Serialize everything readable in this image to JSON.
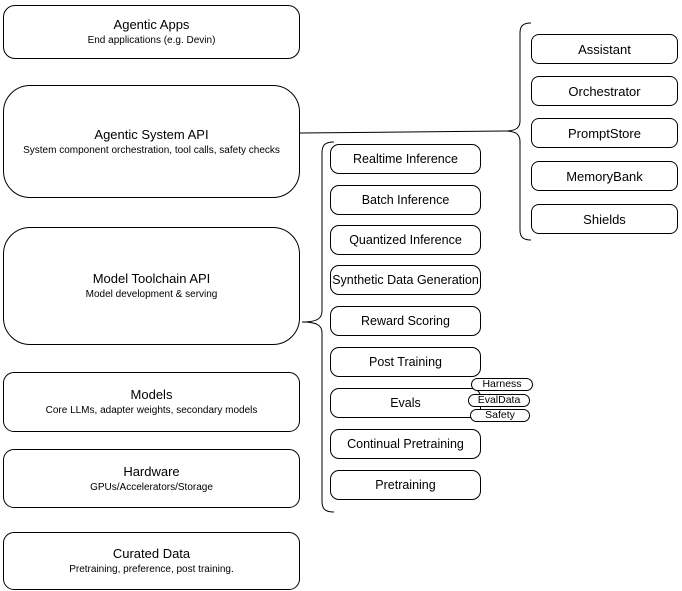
{
  "diagram": {
    "layers": [
      {
        "title": "Agentic Apps",
        "subtitle": "End applications (e.g. Devin)"
      },
      {
        "title": "Agentic System API",
        "subtitle": "System component orchestration, tool calls, safety checks"
      },
      {
        "title": "Model Toolchain API",
        "subtitle": "Model development & serving"
      },
      {
        "title": "Models",
        "subtitle": "Core LLMs, adapter weights, secondary models"
      },
      {
        "title": "Hardware",
        "subtitle": "GPUs/Accelerators/Storage"
      },
      {
        "title": "Curated Data",
        "subtitle": "Pretraining, preference, post training."
      }
    ],
    "toolchain_services": [
      "Realtime Inference",
      "Batch Inference",
      "Quantized Inference",
      "Synthetic Data Generation",
      "Reward Scoring",
      "Post Training",
      "Evals",
      "Continual Pretraining",
      "Pretraining"
    ],
    "eval_tags": [
      "Harness",
      "EvalData",
      "Safety"
    ],
    "system_components": [
      "Assistant",
      "Orchestrator",
      "PromptStore",
      "MemoryBank",
      "Shields"
    ],
    "colors": {
      "stroke": "#000000",
      "fill": "#ffffff",
      "text": "#000000",
      "background": "#ffffff"
    }
  }
}
